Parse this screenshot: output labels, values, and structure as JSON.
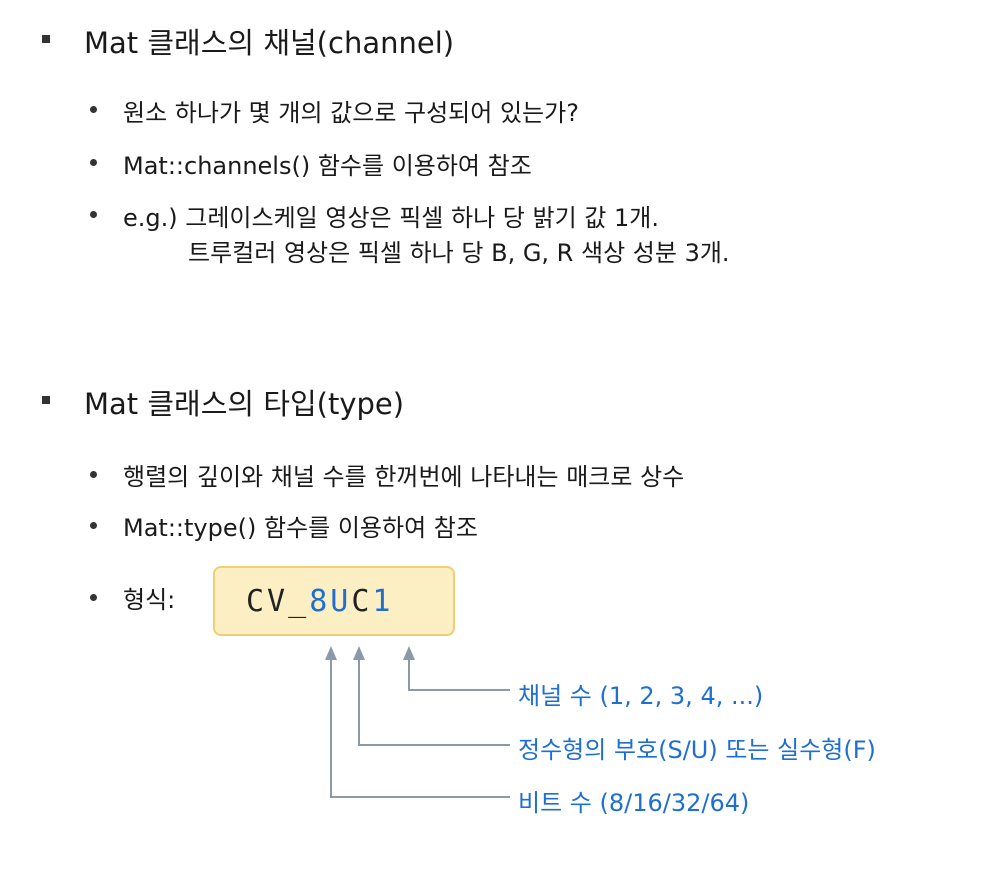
{
  "section1": {
    "title": "Mat 클래스의 채널(channel)",
    "bullets": [
      "원소 하나가 몇 개의 값으로 구성되어 있는가?",
      "Mat::channels() 함수를 이용하여 참조",
      "e.g.) 그레이스케일 영상은 픽셀 하나 당 밝기 값 1개.",
      "트루컬러 영상은 픽셀 하나 당 B, G, R 색상 성분 3개."
    ]
  },
  "section2": {
    "title": "Mat 클래스의 타입(type)",
    "bullets": [
      "행렬의 깊이와 채널 수를 한꺼번에 나타내는 매크로 상수",
      "Mat::type() 함수를 이용하여 참조",
      "형식:"
    ],
    "code": {
      "prefix": "CV_",
      "bits": "8",
      "sign": "U",
      "c_letter": "C",
      "channels": "1"
    },
    "annotations": {
      "channels": "채널 수 (1, 2, 3, 4, ...)",
      "sign": "정수형의 부호(S/U) 또는 실수형(F)",
      "bits": "비트 수 (8/16/32/64)"
    }
  },
  "colors": {
    "accent_blue": "#1f6fd1",
    "box_fill": "#fdefc4",
    "box_border": "#efcf73",
    "line_gray": "#8a9aa8"
  }
}
